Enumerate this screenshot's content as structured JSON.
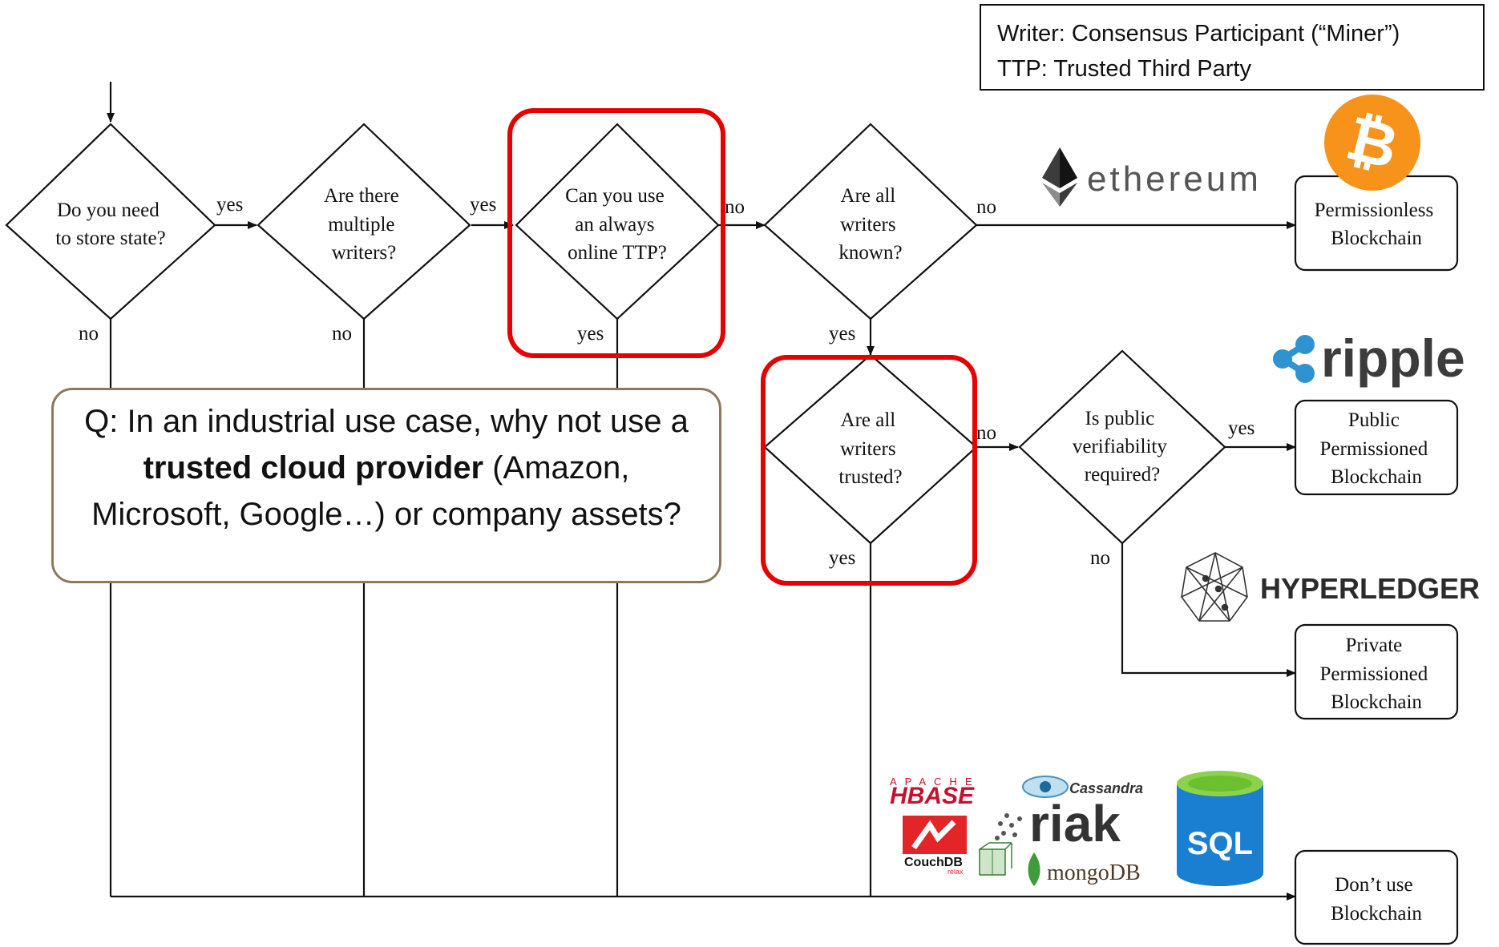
{
  "legend": {
    "writer": "Writer: Consensus Participant (“Miner”)",
    "ttp": "TTP: Trusted Third Party"
  },
  "decisions": {
    "store_state": [
      "Do you need",
      "to store state?"
    ],
    "multiple_writers": [
      "Are there",
      "multiple",
      "writers?"
    ],
    "ttp": [
      "Can you use",
      "an always",
      "online TTP?"
    ],
    "writers_known": [
      "Are all",
      "writers",
      "known?"
    ],
    "writers_trusted": [
      "Are all",
      "writers",
      "trusted?"
    ],
    "public_verifiability": [
      "Is public",
      "verifiability",
      "required?"
    ]
  },
  "edges": {
    "yes": "yes",
    "no": "no"
  },
  "outcomes": {
    "permissionless": [
      "Permissionless",
      "Blockchain"
    ],
    "public_permissioned": [
      "Public",
      "Permissioned",
      "Blockchain"
    ],
    "private_permissioned": [
      "Private",
      "Permissioned",
      "Blockchain"
    ],
    "dont_use": [
      "Don’t use",
      "Blockchain"
    ]
  },
  "logos": {
    "ethereum": "ethereum",
    "ripple": "ripple",
    "hyperledger": "HYPERLEDGER",
    "hbase_top": "APACHE",
    "hbase": "HBASE",
    "cassandra": "Cassandra",
    "riak": "riak",
    "couchdb": "CouchDB",
    "couchdb_sub": "relax",
    "mongodb": "mongoDB",
    "sql": "SQL",
    "bitcoin": "₿"
  },
  "question": {
    "part1": "Q: In an industrial use case, why not use a ",
    "bold": "trusted cloud provider",
    "part2": " (Amazon, Microsoft, Google…) or company assets?"
  },
  "colors": {
    "highlight": "#e60000",
    "bitcoin": "#f7931a",
    "ripple": "#2f93d1",
    "sql": "#1a7fd0",
    "mongodb": "#3f9b3b",
    "hbase": "#c8102e"
  }
}
